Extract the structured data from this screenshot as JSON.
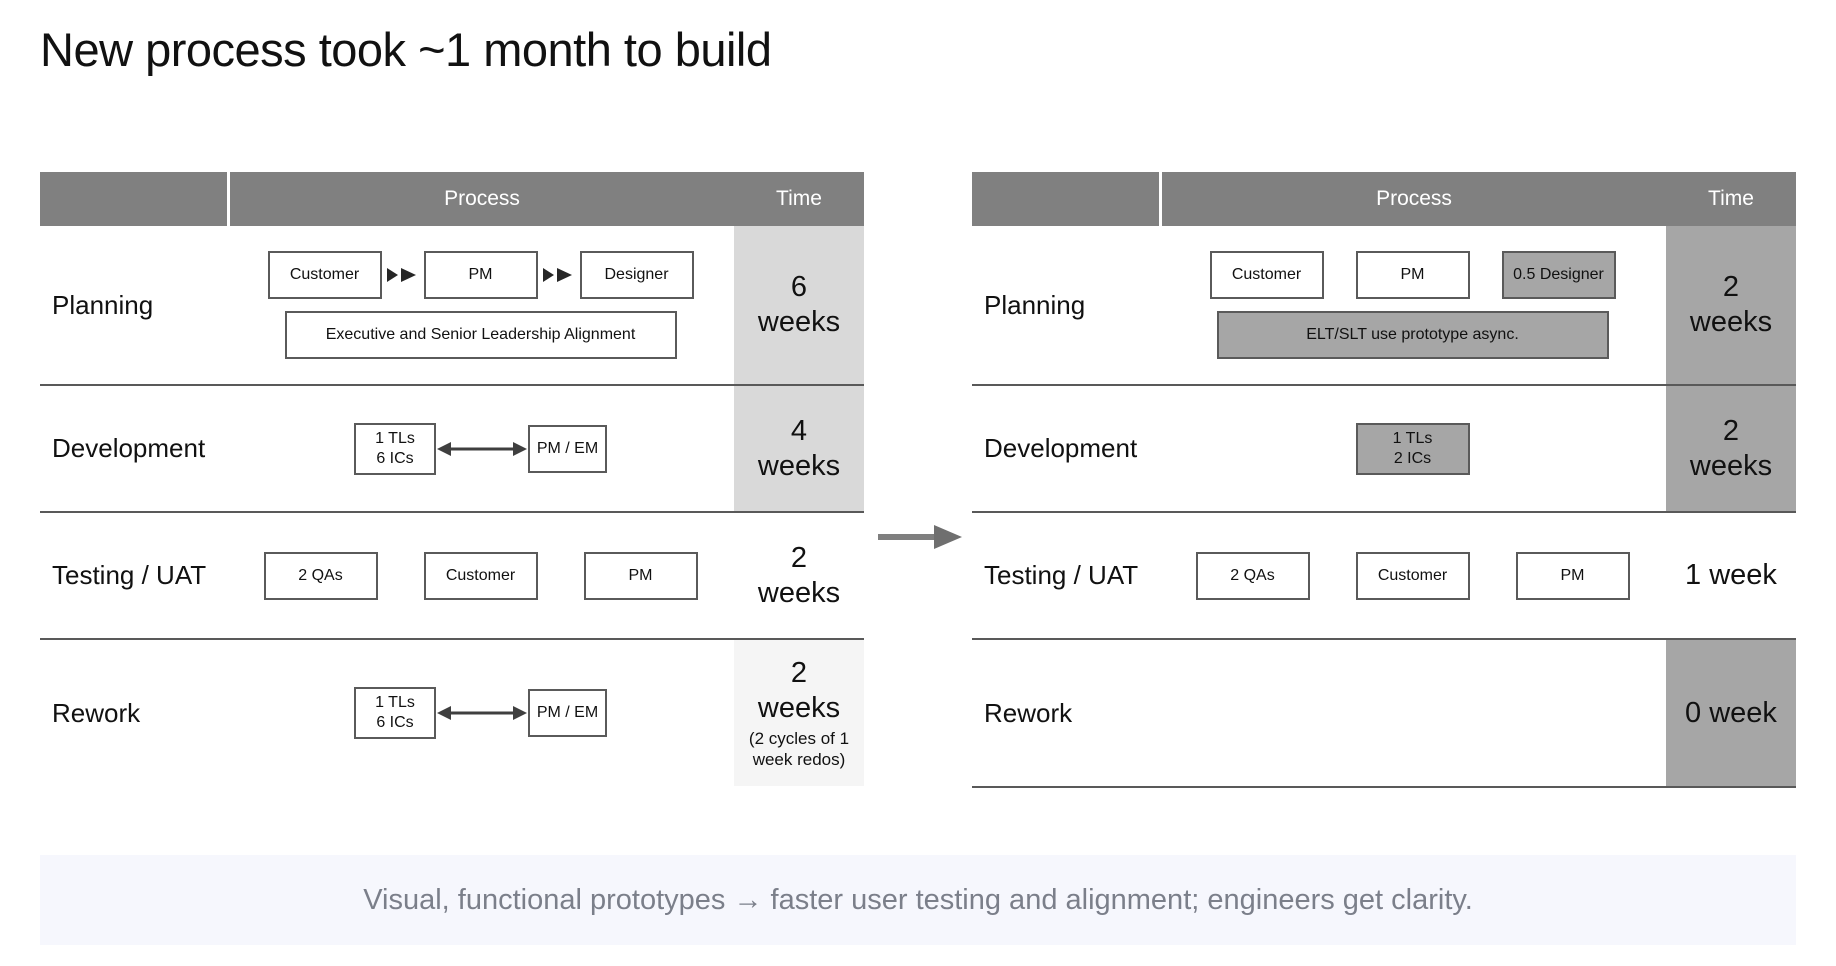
{
  "slide": {
    "title": "New process took ~1 month to build"
  },
  "banner": {
    "text": "Visual, functional prototypes → faster user testing and alignment; engineers get clarity."
  },
  "connector": {
    "icon": "right-arrow-icon",
    "color": "#7f7f7f"
  },
  "colors": {
    "header_gray": "#808080",
    "time_shade_left": "#d9d9d9",
    "time_shade_right": "#a6a6a6",
    "box_fill_gray": "#a6a6a6",
    "box_border": "#5a5a5a",
    "banner_bg": "#f6f7fd",
    "banner_text": "#7b7f8a"
  },
  "tables": {
    "left": {
      "header": {
        "blank": "",
        "process": "Process",
        "time": "Time"
      },
      "rows": [
        {
          "label": "Planning",
          "time_value": "6",
          "time_unit": "weeks",
          "time_note": "",
          "time_shade": "light",
          "boxes_line1": [
            {
              "label": "Customer"
            },
            {
              "label": "PM"
            },
            {
              "label": "Designer"
            }
          ],
          "boxes_line2": [
            {
              "label": "Executive and Senior Leadership Alignment"
            }
          ]
        },
        {
          "label": "Development",
          "time_value": "4",
          "time_unit": "weeks",
          "time_note": "",
          "time_shade": "light",
          "box_left": "1 TLs\n6 ICs",
          "box_right": "PM / EM"
        },
        {
          "label": "Testing / UAT",
          "time_value": "2",
          "time_unit": "weeks",
          "time_note": "",
          "time_shade": "none",
          "boxes_line1": [
            {
              "label": "2 QAs"
            },
            {
              "label": "Customer"
            },
            {
              "label": "PM"
            }
          ]
        },
        {
          "label": "Rework",
          "time_value": "2",
          "time_unit": "weeks",
          "time_note": "(2 cycles of 1 week redos)",
          "time_shade": "faint",
          "box_left": "1 TLs\n6 ICs",
          "box_right": "PM / EM"
        }
      ]
    },
    "right": {
      "header": {
        "blank": "",
        "process": "Process",
        "time": "Time"
      },
      "rows": [
        {
          "label": "Planning",
          "time_value": "2",
          "time_unit": "weeks",
          "time_note": "",
          "time_shade": "dark",
          "boxes_line1": [
            {
              "label": "Customer",
              "filled": false
            },
            {
              "label": "PM",
              "filled": false
            },
            {
              "label": "0.5 Designer",
              "filled": true
            }
          ],
          "boxes_line2": [
            {
              "label": "ELT/SLT use prototype async.",
              "filled": true
            }
          ]
        },
        {
          "label": "Development",
          "time_value": "2",
          "time_unit": "weeks",
          "time_note": "",
          "time_shade": "dark",
          "box_center": "1 TLs\n2 ICs"
        },
        {
          "label": "Testing / UAT",
          "time_value": "1 week",
          "time_unit": "",
          "time_note": "",
          "time_shade": "none",
          "boxes_line1": [
            {
              "label": "2 QAs",
              "filled": false
            },
            {
              "label": "Customer",
              "filled": false
            },
            {
              "label": "PM",
              "filled": false
            }
          ]
        },
        {
          "label": "Rework",
          "time_value": "0 week",
          "time_unit": "",
          "time_note": "",
          "time_shade": "dark",
          "boxes_line1": []
        }
      ]
    }
  }
}
